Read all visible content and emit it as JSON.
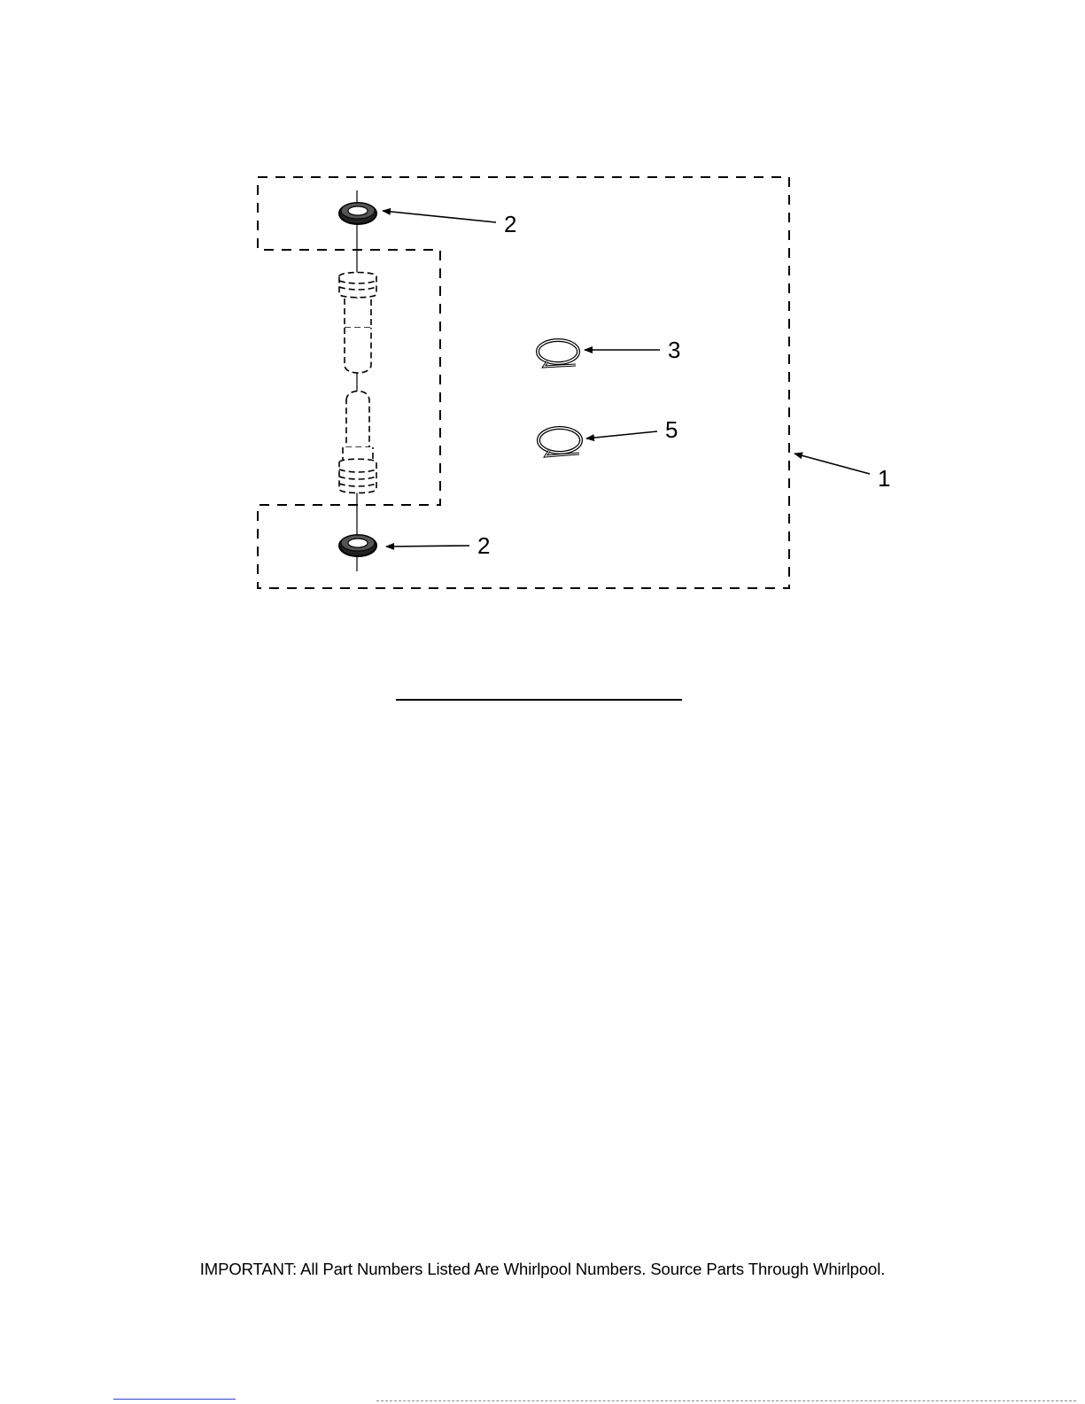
{
  "diagram": {
    "callouts": {
      "kit_box": "1",
      "washer_top": "2",
      "washer_bottom": "2",
      "clamp_upper": "3",
      "clamp_lower": "5"
    }
  },
  "footer": {
    "note": "IMPORTANT: All Part Numbers Listed Are Whirlpool Numbers. Source Parts Through Whirlpool."
  },
  "colors": {
    "ink": "#000000",
    "paper": "#ffffff"
  }
}
